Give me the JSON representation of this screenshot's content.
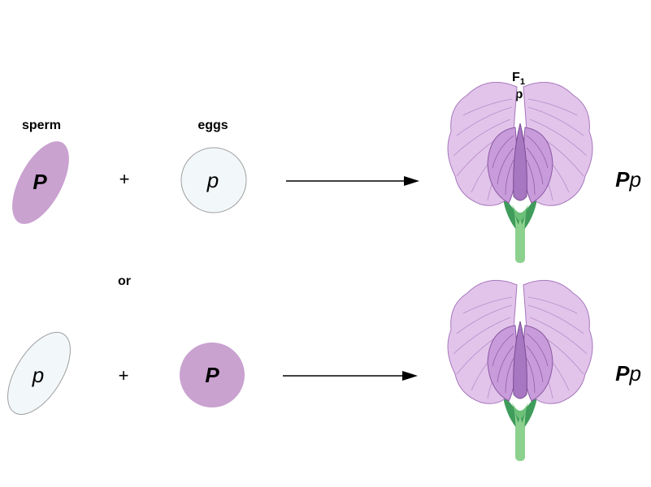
{
  "labels": {
    "sperm": "sperm",
    "eggs": "eggs",
    "f1": "F",
    "f1_sub": "1",
    "offspring": "offspring",
    "or": "or"
  },
  "rows": [
    {
      "sperm_allele": "P",
      "plus": "+",
      "egg_allele": "p",
      "genotype_dominant": "P",
      "genotype_recessive": "p"
    },
    {
      "sperm_allele": "p",
      "plus": "+",
      "egg_allele": "P",
      "genotype_dominant": "P",
      "genotype_recessive": "p"
    }
  ],
  "colors": {
    "dominant_gamete": "#c9a2d0",
    "recessive_gamete": "#f2f8fa",
    "petal_light": "#e7cdee",
    "petal_mid": "#c79cd8",
    "petal_vein": "#9b66b0",
    "sepal": "#4caf6a",
    "stem": "#8dd18f"
  }
}
